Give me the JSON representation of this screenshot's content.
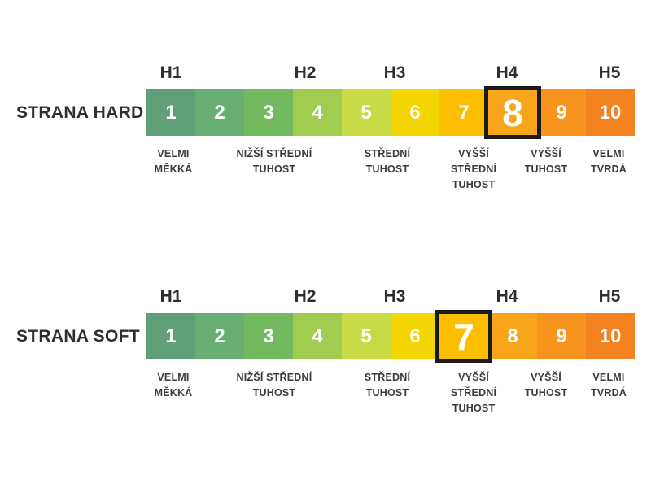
{
  "palette": {
    "background": "#ffffff",
    "heading_text": "#2e2e2e",
    "label_text": "#3b3b3b",
    "highlight_border": "#1a1a1a",
    "cell_number_text": "#ffffff",
    "cell_colors": [
      "#5fa078",
      "#69af73",
      "#73b95f",
      "#a0cd50",
      "#c8da46",
      "#f3d600",
      "#fcbf00",
      "#f9a51c",
      "#f8941e",
      "#f58220"
    ]
  },
  "hardness_levels": [
    "H1",
    "H2",
    "H3",
    "H4",
    "H5"
  ],
  "cell_numbers": [
    "1",
    "2",
    "3",
    "4",
    "5",
    "6",
    "7",
    "8",
    "9",
    "10"
  ],
  "firmness_labels": [
    "VELMI\nMĚKKÁ",
    "NIŽŠÍ STŘEDNÍ\nTUHOST",
    "STŘEDNÍ\nTUHOST",
    "VYŠŠÍ\nSTŘEDNÍ\nTUHOST",
    "VYŠŠÍ\nTUHOST",
    "VELMI\nTVRDÁ"
  ],
  "rows": [
    {
      "title": "STRANA HARD",
      "highlight": {
        "index": 8,
        "value": "8"
      }
    },
    {
      "title": "STRANA SOFT",
      "highlight": {
        "index": 7,
        "value": "7"
      }
    }
  ]
}
